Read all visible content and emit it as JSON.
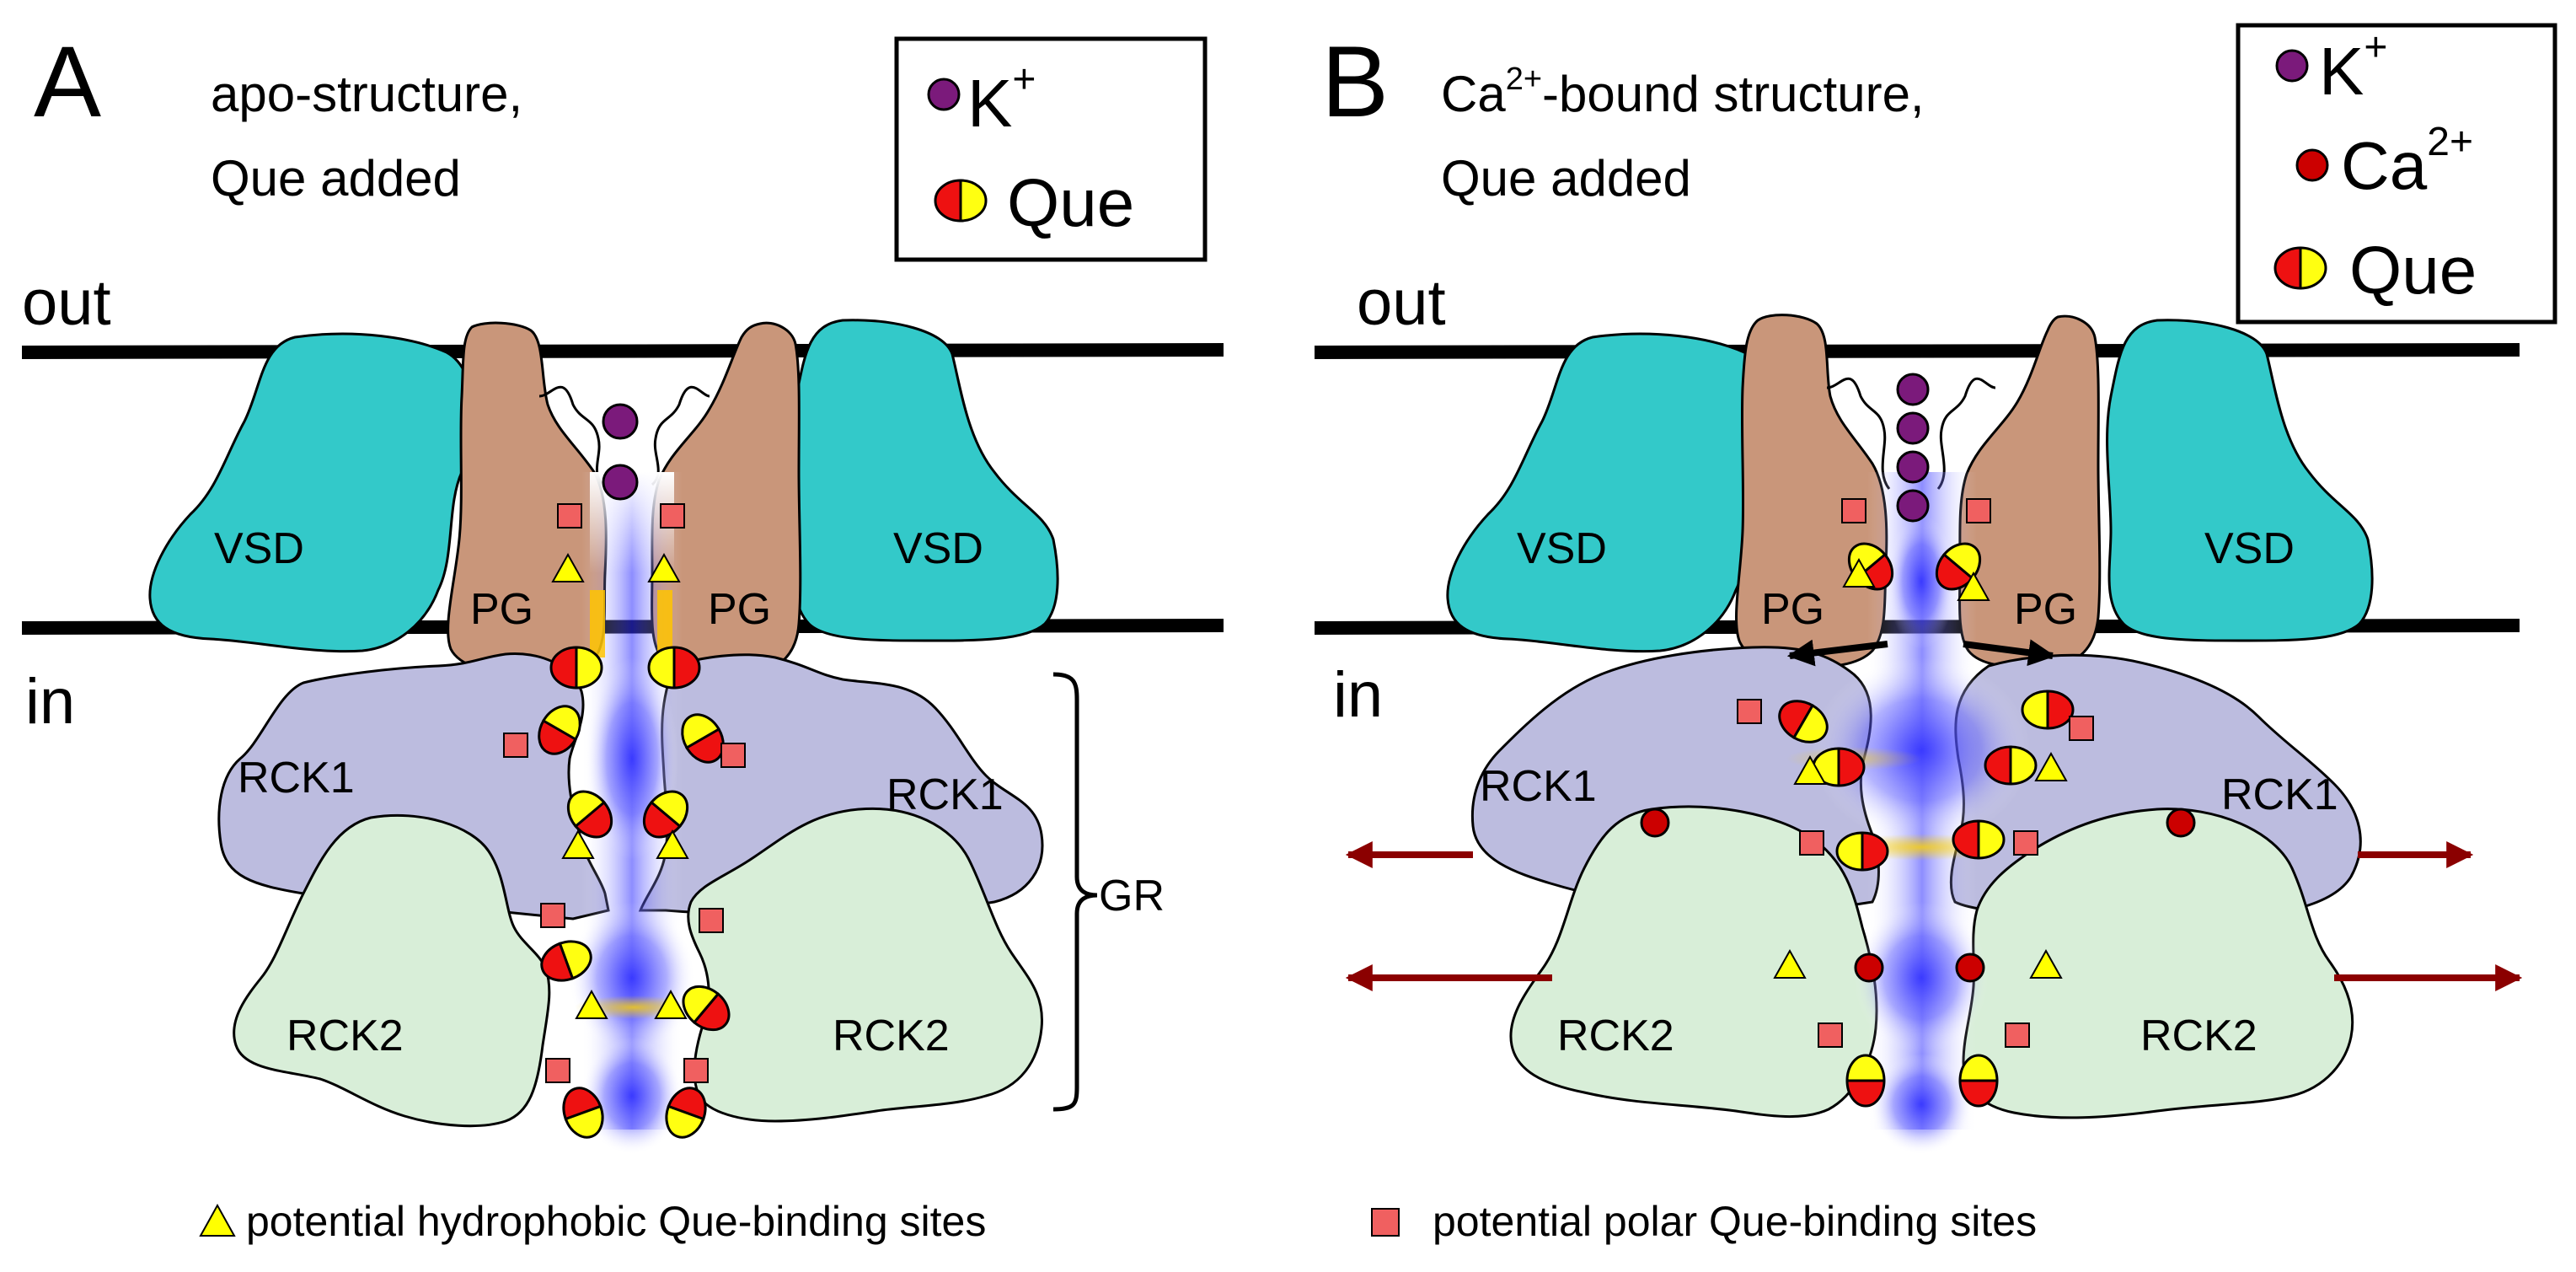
{
  "panel_a": {
    "letter": "A",
    "title_line1": "apo-structure,",
    "title_line2": "Que added",
    "side_out": "out",
    "side_in": "in",
    "vsd_left": "VSD",
    "vsd_right": "VSD",
    "pg_left": "PG",
    "pg_right": "PG",
    "rck1_left": "RCK1",
    "rck1_right": "RCK1",
    "rck2_left": "RCK2",
    "rck2_right": "RCK2",
    "gr_label": "GR",
    "legend": {
      "k_label": "K",
      "k_sup": "+",
      "que_label": "Que"
    }
  },
  "panel_b": {
    "letter": "B",
    "title_line1_pre": "Ca",
    "title_line1_sup": "2+",
    "title_line1_post": "-bound structure,",
    "title_line2": "Que added",
    "side_out": "out",
    "side_in": "in",
    "vsd_left": "VSD",
    "vsd_right": "VSD",
    "pg_left": "PG",
    "pg_right": "PG",
    "rck1_left": "RCK1",
    "rck1_right": "RCK1",
    "rck2_left": "RCK2",
    "rck2_right": "RCK2",
    "legend": {
      "k_label": "K",
      "k_sup": "+",
      "ca_label": "Ca",
      "ca_sup": "2+",
      "que_label": "Que"
    }
  },
  "footer": {
    "hydrophobic": "potential hydrophobic Que-binding sites",
    "polar": "potential polar Que-binding sites"
  },
  "colors": {
    "vsd": "#33c9c9",
    "pg": "#c9967a",
    "rck1": "#bcbcdf",
    "rck2": "#d8eed8",
    "k_ion": "#7b1a7b",
    "ca_ion": "#cc0000",
    "que_red": "#ee1111",
    "que_yellow": "#ffff11",
    "polar_site": "#f06060",
    "hydrophobic_site": "#ffff00",
    "arrow_dark_red": "#8b0000",
    "pore_blue": "#3333ee"
  }
}
